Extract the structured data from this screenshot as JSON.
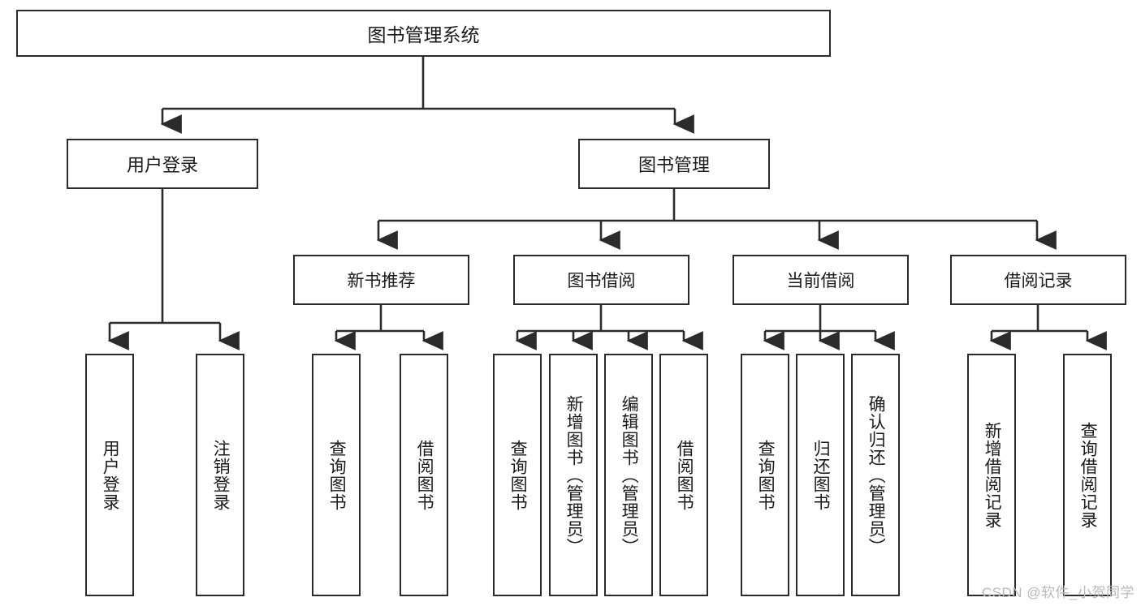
{
  "diagram": {
    "title": "图书管理系统",
    "type": "hierarchy-tree",
    "root": {
      "id": "root",
      "label": "图书管理系统"
    },
    "level2": [
      {
        "id": "user-login",
        "label": "用户登录"
      },
      {
        "id": "book-manage",
        "label": "图书管理"
      }
    ],
    "level3": [
      {
        "id": "new-book-rec",
        "label": "新书推荐",
        "parent": "book-manage"
      },
      {
        "id": "book-borrow",
        "label": "图书借阅",
        "parent": "book-manage"
      },
      {
        "id": "current-borrow",
        "label": "当前借阅",
        "parent": "book-manage"
      },
      {
        "id": "borrow-record",
        "label": "借阅记录",
        "parent": "book-manage"
      }
    ],
    "leaves": [
      {
        "id": "leaf-user-login",
        "label": "用户登录",
        "parent": "user-login"
      },
      {
        "id": "leaf-logout",
        "label": "注销登录",
        "parent": "user-login"
      },
      {
        "id": "leaf-query-book-1",
        "label": "查询图书",
        "parent": "new-book-rec"
      },
      {
        "id": "leaf-borrow-book-1",
        "label": "借阅图书",
        "parent": "new-book-rec"
      },
      {
        "id": "leaf-query-book-2",
        "label": "查询图书",
        "parent": "book-borrow"
      },
      {
        "id": "leaf-add-book",
        "label": "新增图书（管理员）",
        "parent": "book-borrow"
      },
      {
        "id": "leaf-edit-book",
        "label": "编辑图书（管理员）",
        "parent": "book-borrow"
      },
      {
        "id": "leaf-borrow-book-2",
        "label": "借阅图书",
        "parent": "book-borrow"
      },
      {
        "id": "leaf-query-book-3",
        "label": "查询图书",
        "parent": "current-borrow"
      },
      {
        "id": "leaf-return-book",
        "label": "归还图书",
        "parent": "current-borrow"
      },
      {
        "id": "leaf-confirm-return",
        "label": "确认归还（管理员）",
        "parent": "current-borrow"
      },
      {
        "id": "leaf-add-record",
        "label": "新增借阅记录",
        "parent": "borrow-record"
      },
      {
        "id": "leaf-query-record",
        "label": "查询借阅记录",
        "parent": "borrow-record"
      }
    ],
    "colors": {
      "border": "#2b2b2b",
      "background": "#ffffff",
      "text": "#1a1a1a",
      "watermark": "#b9b9b9"
    }
  },
  "watermark": {
    "text": "CSDN @软件_小贺同学"
  }
}
